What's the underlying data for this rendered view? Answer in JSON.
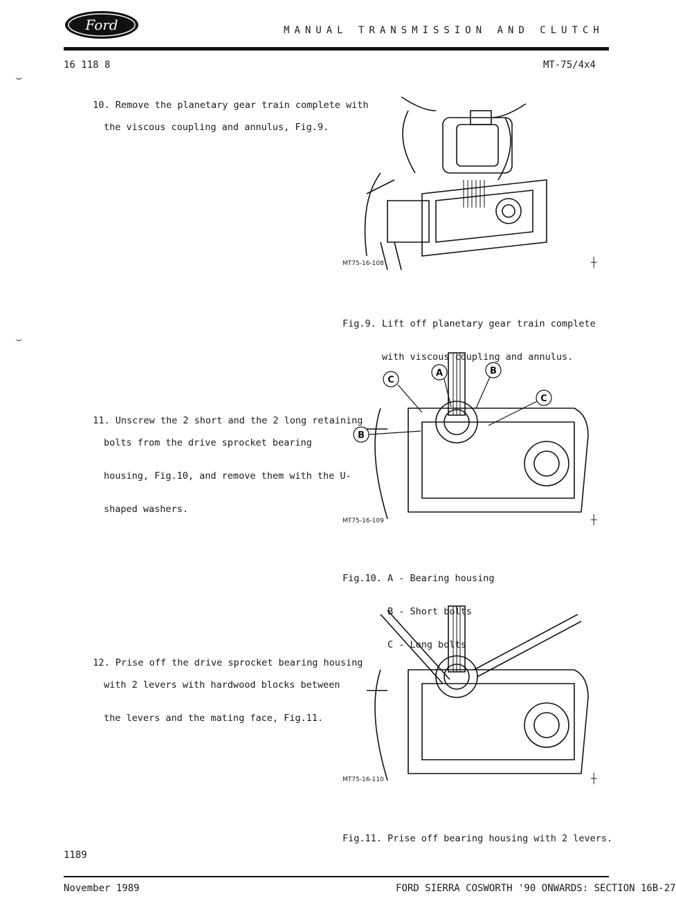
{
  "header": {
    "logo_text": "Ford",
    "title": "MANUAL TRANSMISSION AND CLUTCH",
    "doc_number": "16 118 8",
    "model_code": "MT-75/4x4"
  },
  "steps": [
    {
      "number": "10.",
      "lines": [
        "Remove the planetary gear train complete with",
        "the viscous coupling and annulus, Fig.9."
      ]
    },
    {
      "number": "11.",
      "lines": [
        "Unscrew the 2 short and the 2 long retaining",
        "bolts from the drive sprocket bearing",
        "housing, Fig.10, and remove them with the U-",
        "shaped washers."
      ]
    },
    {
      "number": "12.",
      "lines": [
        "Prise off the drive sprocket bearing housing",
        "with 2 levers with hardwood blocks between",
        "the levers and the mating face, Fig.11."
      ]
    }
  ],
  "figures": [
    {
      "ref": "MT75-16-108",
      "caption_lines": [
        "Fig.9. Lift off planetary gear train complete",
        "       with viscous coupling and annulus."
      ]
    },
    {
      "ref": "MT75-16-109",
      "callouts": [
        "A",
        "B",
        "B",
        "C",
        "C"
      ],
      "caption_lines": [
        "Fig.10. A - Bearing housing",
        "        B - Short bolts",
        "        C - Long bolts"
      ]
    },
    {
      "ref": "MT75-16-110",
      "caption_lines": [
        "Fig.11. Prise off bearing housing with 2 levers."
      ]
    }
  ],
  "footer": {
    "page_number": "1189",
    "date": "November 1989",
    "section": "FORD SIERRA COSWORTH '90 ONWARDS: SECTION 16B-27"
  }
}
